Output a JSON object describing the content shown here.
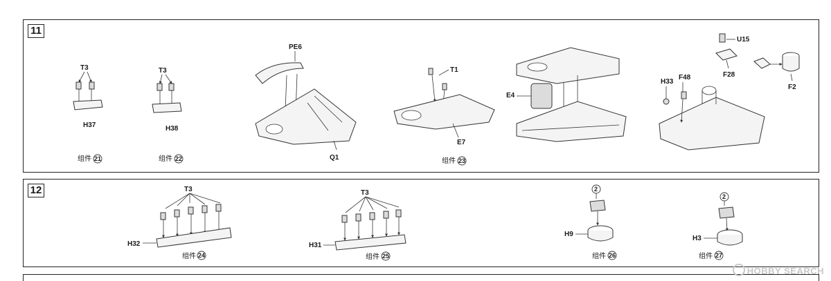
{
  "steps": [
    {
      "number": "11",
      "assemblies": [
        {
          "id": "21",
          "label": "组件",
          "num": "21",
          "parts": [
            "T3",
            "H37"
          ]
        },
        {
          "id": "22",
          "label": "组件",
          "num": "22",
          "parts": [
            "T3",
            "H38"
          ]
        },
        {
          "id": "pe6",
          "label": "",
          "num": "",
          "parts": [
            "PE6",
            "Q1"
          ]
        },
        {
          "id": "23",
          "label": "组件",
          "num": "23",
          "parts": [
            "T1",
            "E7"
          ]
        },
        {
          "id": "e4",
          "label": "",
          "num": "",
          "parts": [
            "E4"
          ]
        },
        {
          "id": "f",
          "label": "",
          "num": "",
          "parts": [
            "U15",
            "F28",
            "F2",
            "H33",
            "F48"
          ]
        }
      ]
    },
    {
      "number": "12",
      "assemblies": [
        {
          "id": "24",
          "label": "组件",
          "num": "24",
          "parts": [
            "T3",
            "H32"
          ]
        },
        {
          "id": "25",
          "label": "组件",
          "num": "25",
          "parts": [
            "T3",
            "H31"
          ]
        },
        {
          "id": "26",
          "label": "组件",
          "num": "26",
          "parts": [
            "2",
            "H9"
          ]
        },
        {
          "id": "27",
          "label": "组件",
          "num": "27",
          "parts": [
            "2",
            "H3"
          ]
        }
      ]
    }
  ],
  "watermark": "HOBBY SEARCH"
}
